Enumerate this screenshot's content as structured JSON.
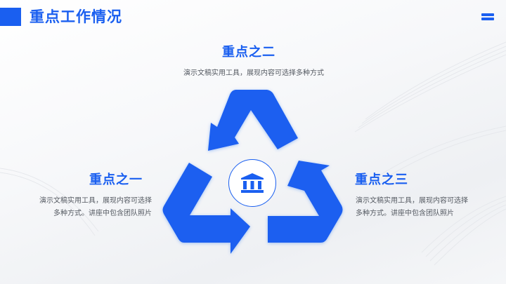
{
  "header": {
    "title": "重点工作情况",
    "menu_icon": "menu-icon"
  },
  "points": [
    {
      "id": 1,
      "title": "重点之一",
      "description_line1": "演示文稿实用工具，展现内容可选择",
      "description_line2": "多种方式。讲座中包含团队照片"
    },
    {
      "id": 2,
      "title": "重点之二",
      "description_line1": "演示文稿实用工具，展现内容可选择多种方式"
    },
    {
      "id": 3,
      "title": "重点之三",
      "description_line1": "演示文稿实用工具，展现内容可选择",
      "description_line2": "多种方式。讲座中包含团队照片"
    }
  ],
  "diagram": {
    "type": "three-arrow-cycle",
    "center_icon": "bank-icon",
    "colors": {
      "accent": "#1a5ff0",
      "text_body": "#555a62",
      "background": "#f5f6f8"
    }
  }
}
